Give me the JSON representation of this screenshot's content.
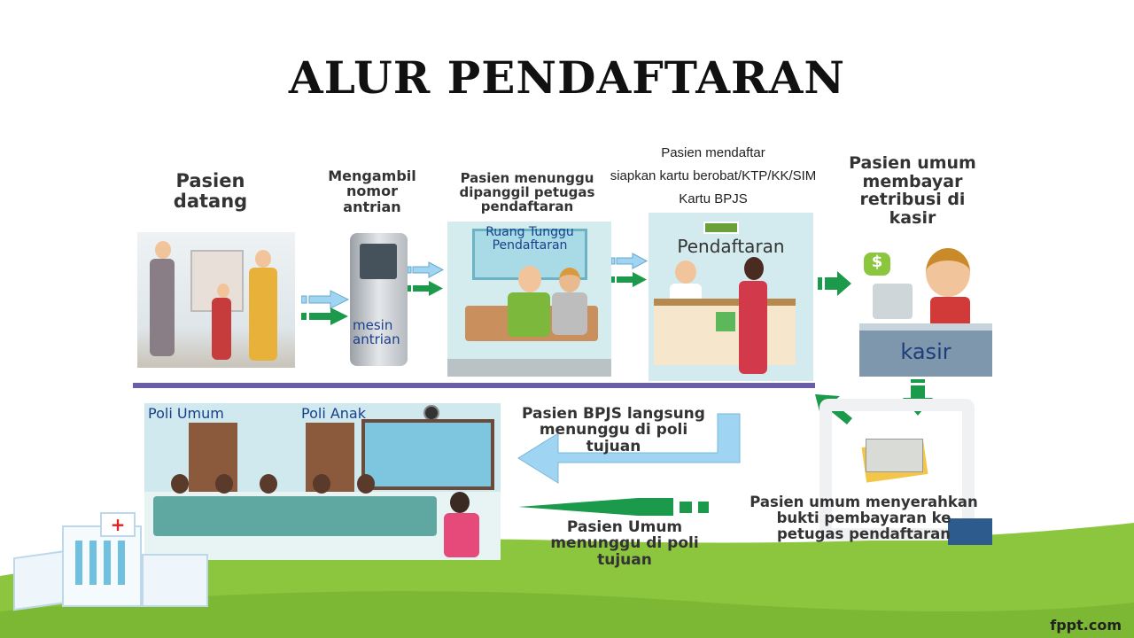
{
  "title": "ALUR PENDAFTARAN",
  "steps": [
    {
      "label": "Pasien datang"
    },
    {
      "label": "Mengambil nomor antrian",
      "image_label": "mesin antrian"
    },
    {
      "label": "Pasien menunggu dipanggil petugas pendaftaran",
      "image_label": "Ruang Tunggu Pendaftaran"
    },
    {
      "label_lines": [
        "Pasien mendaftar",
        "siapkan kartu berobat/KTP/KK/SIM",
        "Kartu BPJS"
      ],
      "image_label": "Pendaftaran"
    },
    {
      "label": "Pasien umum membayar retribusi di kasir",
      "image_label": "kasir"
    }
  ],
  "return_step": {
    "label": "Pasien umum menyerahkan bukti pembayaran ke petugas pendaftaran"
  },
  "bpjs_path": {
    "label": "Pasien BPJS langsung menunggu di poli tujuan"
  },
  "umum_path": {
    "label": "Pasien Umum menunggu di poli tujuan"
  },
  "poli": {
    "labels": [
      "Poli Umum",
      "Poli Anak"
    ]
  },
  "watermark": "fppt.com",
  "colors": {
    "green_arrow": "#1a9a4a",
    "blue_arrow": "#9fd5f2",
    "divider": "#6a5fa6",
    "ground": "#8cc63f"
  }
}
